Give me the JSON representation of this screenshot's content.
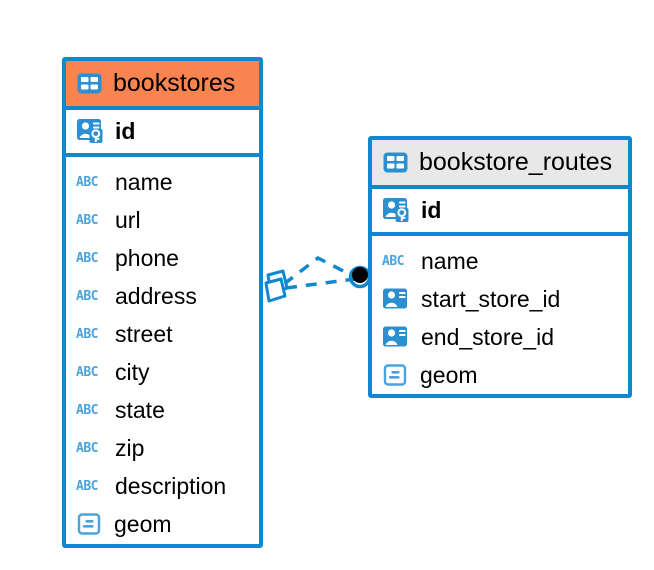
{
  "diagram": {
    "title": "database-entity-relationship-diagram",
    "colors": {
      "entity_border": "#1088CE",
      "header_highlight": "#FA8450",
      "header_default": "#E8E8E8",
      "icon_blue": "#2C8FD1",
      "abc_blue": "#4AA3DC",
      "connector": "#1088CE",
      "endpoint": "#000000",
      "background": "#FFFFFF"
    },
    "entities": [
      {
        "id": "bookstores",
        "name": "bookstores",
        "header_style": "orange",
        "table_icon": "table-icon",
        "columns": [
          {
            "name": "id",
            "icon": "primary-key-icon",
            "type": "pk",
            "bold": true
          },
          {
            "name": "name",
            "icon": "abc-text-icon",
            "type": "text",
            "bold": false
          },
          {
            "name": "url",
            "icon": "abc-text-icon",
            "type": "text",
            "bold": false
          },
          {
            "name": "phone",
            "icon": "abc-text-icon",
            "type": "text",
            "bold": false
          },
          {
            "name": "address",
            "icon": "abc-text-icon",
            "type": "text",
            "bold": false
          },
          {
            "name": "street",
            "icon": "abc-text-icon",
            "type": "text",
            "bold": false
          },
          {
            "name": "city",
            "icon": "abc-text-icon",
            "type": "text",
            "bold": false
          },
          {
            "name": "state",
            "icon": "abc-text-icon",
            "type": "text",
            "bold": false
          },
          {
            "name": "zip",
            "icon": "abc-text-icon",
            "type": "text",
            "bold": false
          },
          {
            "name": "description",
            "icon": "abc-text-icon",
            "type": "text",
            "bold": false
          },
          {
            "name": "geom",
            "icon": "geometry-icon",
            "type": "geom",
            "bold": false
          }
        ]
      },
      {
        "id": "bookstore_routes",
        "name": "bookstore_routes",
        "header_style": "gray",
        "table_icon": "table-icon",
        "columns": [
          {
            "name": "id",
            "icon": "primary-key-icon",
            "type": "pk",
            "bold": true
          },
          {
            "name": "name",
            "icon": "abc-text-icon",
            "type": "text",
            "bold": false
          },
          {
            "name": "start_store_id",
            "icon": "foreign-key-icon",
            "type": "fk",
            "bold": false
          },
          {
            "name": "end_store_id",
            "icon": "foreign-key-icon",
            "type": "fk",
            "bold": false
          },
          {
            "name": "geom",
            "icon": "geometry-icon",
            "type": "geom",
            "bold": false
          }
        ]
      }
    ],
    "relationships": [
      {
        "id": "bookstores-to-routes",
        "from": "bookstores",
        "to": "bookstore_routes",
        "from_marker": "diamond",
        "to_marker": "filled-circle",
        "line_style": "dashed",
        "branches": 2
      }
    ],
    "icon_labels": {
      "abc": "ABC"
    }
  }
}
